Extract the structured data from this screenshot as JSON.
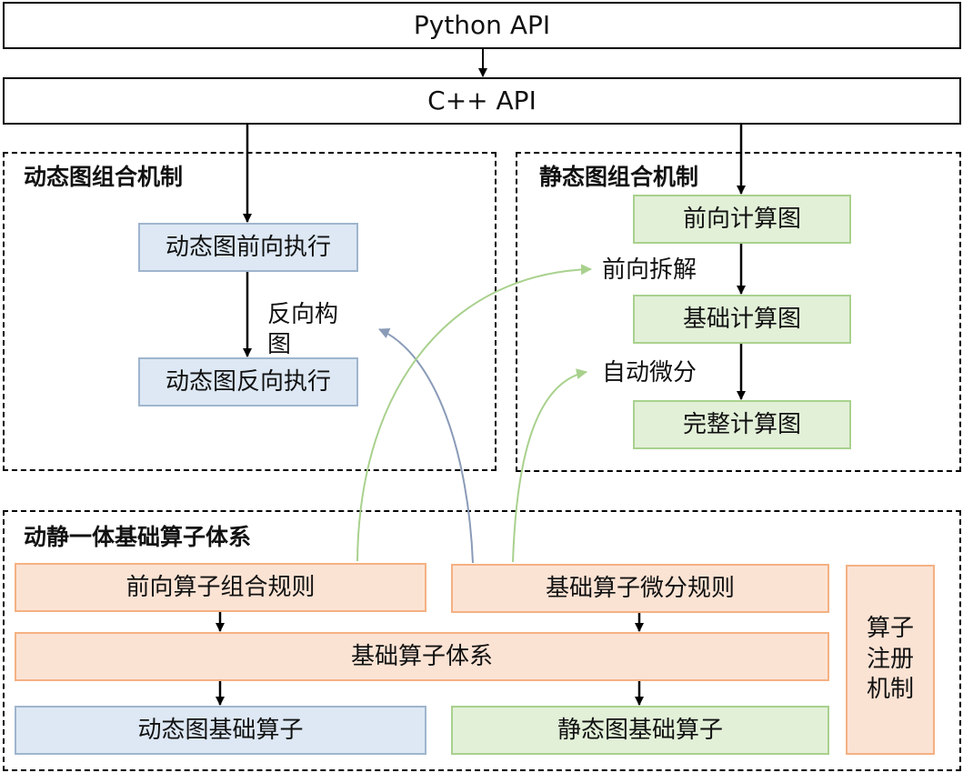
{
  "top": {
    "python_api": "Python API",
    "cpp_api": "C++ API"
  },
  "dynamic_group": {
    "title": "动态图组合机制",
    "forward_exec": "动态图前向执行",
    "backward_exec": "动态图反向执行",
    "backward_build_label": "反向构图"
  },
  "static_group": {
    "title": "静态图组合机制",
    "forward_graph": "前向计算图",
    "forward_decompose_label": "前向拆解",
    "basic_graph": "基础计算图",
    "autodiff_label": "自动微分",
    "full_graph": "完整计算图"
  },
  "operator_group": {
    "title": "动静一体基础算子体系",
    "forward_rules": "前向算子组合规则",
    "diff_rules": "基础算子微分规则",
    "basic_system": "基础算子体系",
    "dynamic_basic_ops": "动态图基础算子",
    "static_basic_ops": "静态图基础算子",
    "registration": "算子注册机制"
  },
  "colors": {
    "blue_fill": "#dde8f4",
    "blue_edge": "#9fb5cd",
    "green_fill": "#e2f0d8",
    "green_edge": "#a9d18e",
    "peach_fill": "#fbe3d4",
    "peach_edge": "#f4b183"
  }
}
